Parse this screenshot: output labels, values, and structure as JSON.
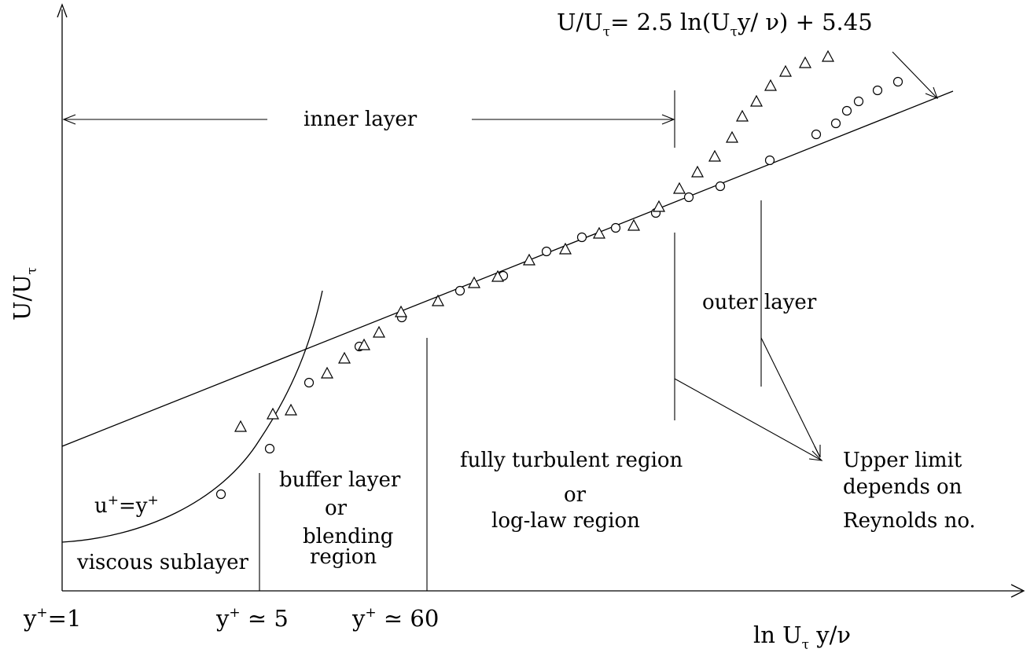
{
  "equation": {
    "lhs_main": "U/U",
    "lhs_sub": "τ",
    "rhs_a": "=   2.5 ln(U",
    "rhs_sub": "τ",
    "rhs_b": "y/ ν) + 5.45"
  },
  "labels": {
    "inner_layer": "inner layer",
    "outer_layer": "outer layer",
    "viscous_sublayer": "viscous sublayer",
    "buffer_line1": "buffer layer",
    "buffer_line2": "or",
    "buffer_line3": "blending",
    "buffer_line4": "region",
    "turbulent_line1": "fully turbulent region",
    "turbulent_line2": "or",
    "turbulent_line3": "log-law region",
    "upper_line1": "Upper limit",
    "upper_line2": "depends on",
    "upper_line3": "Reynolds no.",
    "linear_law_main": "u",
    "linear_law_sup1": "+",
    "linear_law_eq": "=y",
    "linear_law_sup2": "+"
  },
  "axes": {
    "y_axis_main": "U/U",
    "y_axis_sub": "τ",
    "x_axis_a": "ln  U",
    "x_axis_sub": "τ",
    "x_axis_b": " y/ν"
  },
  "x_ticks": {
    "t1_main": "y",
    "t1_sup": "+",
    "t1_val": "=1",
    "t2_main": "y",
    "t2_sup": "+",
    "t2_val": " ≃ 5",
    "t3_main": "y",
    "t3_sup": "+",
    "t3_val": " ≃ 60"
  },
  "marker_colors": {
    "stroke": "#000000",
    "background": "#ffffff"
  }
}
